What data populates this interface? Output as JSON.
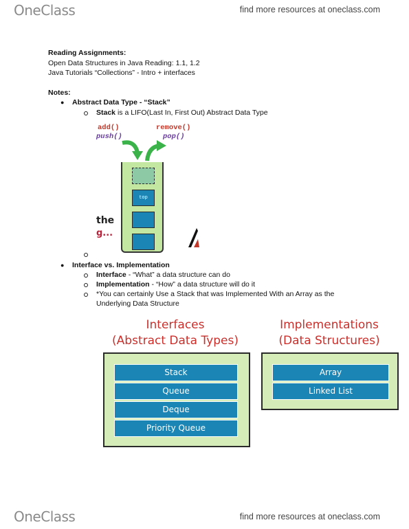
{
  "header": {
    "logo_text": "OneClass",
    "tagline": "find more resources at oneclass.com"
  },
  "reading": {
    "heading": "Reading Assignments:",
    "line1": "Open Data Structures in Java Reading: 1.1, 1.2",
    "line2": "Java Tutorials “Collections” - Intro + interfaces"
  },
  "notes": {
    "heading": "Notes:",
    "adt_bullet": "Abstract Data Type - “Stack”",
    "stack_term": "Stack",
    "stack_desc": " is a LIFO(Last In, First Out) Abstract Data Type",
    "iface_bullet": "Interface vs. Implementation",
    "iface_term": "Interface",
    "iface_desc": " - “What” a data structure can do",
    "impl_term": "Implementation",
    "impl_desc": " - “How” a data structure will do it",
    "note_line1": "*You can certainly Use a Stack that was Implemented With an Array as the",
    "note_line2": "Underlying Data Structure"
  },
  "stack_diagram": {
    "add": "add()",
    "remove": "remove()",
    "push": "push()",
    "pop": "pop()",
    "top_label": "top",
    "partial1": "the",
    "partial2": "g..."
  },
  "diagram": {
    "interfaces_title1": "Interfaces",
    "interfaces_title2": "(Abstract Data Types)",
    "impl_title1": "Implementations",
    "impl_title2": "(Data Structures)",
    "interfaces": [
      "Stack",
      "Queue",
      "Deque",
      "Priority Queue"
    ],
    "implementations": [
      "Array",
      "Linked List"
    ]
  },
  "footer": {
    "logo_text": "OneClass",
    "tagline": "find more resources at oneclass.com"
  },
  "colors": {
    "title_red": "#c9302c",
    "bar_blue": "#1b85b5",
    "box_green": "#d6ecb8",
    "arrow_green": "#3bb34a",
    "code_red": "#c0392b",
    "code_purple": "#6a3fa0"
  }
}
